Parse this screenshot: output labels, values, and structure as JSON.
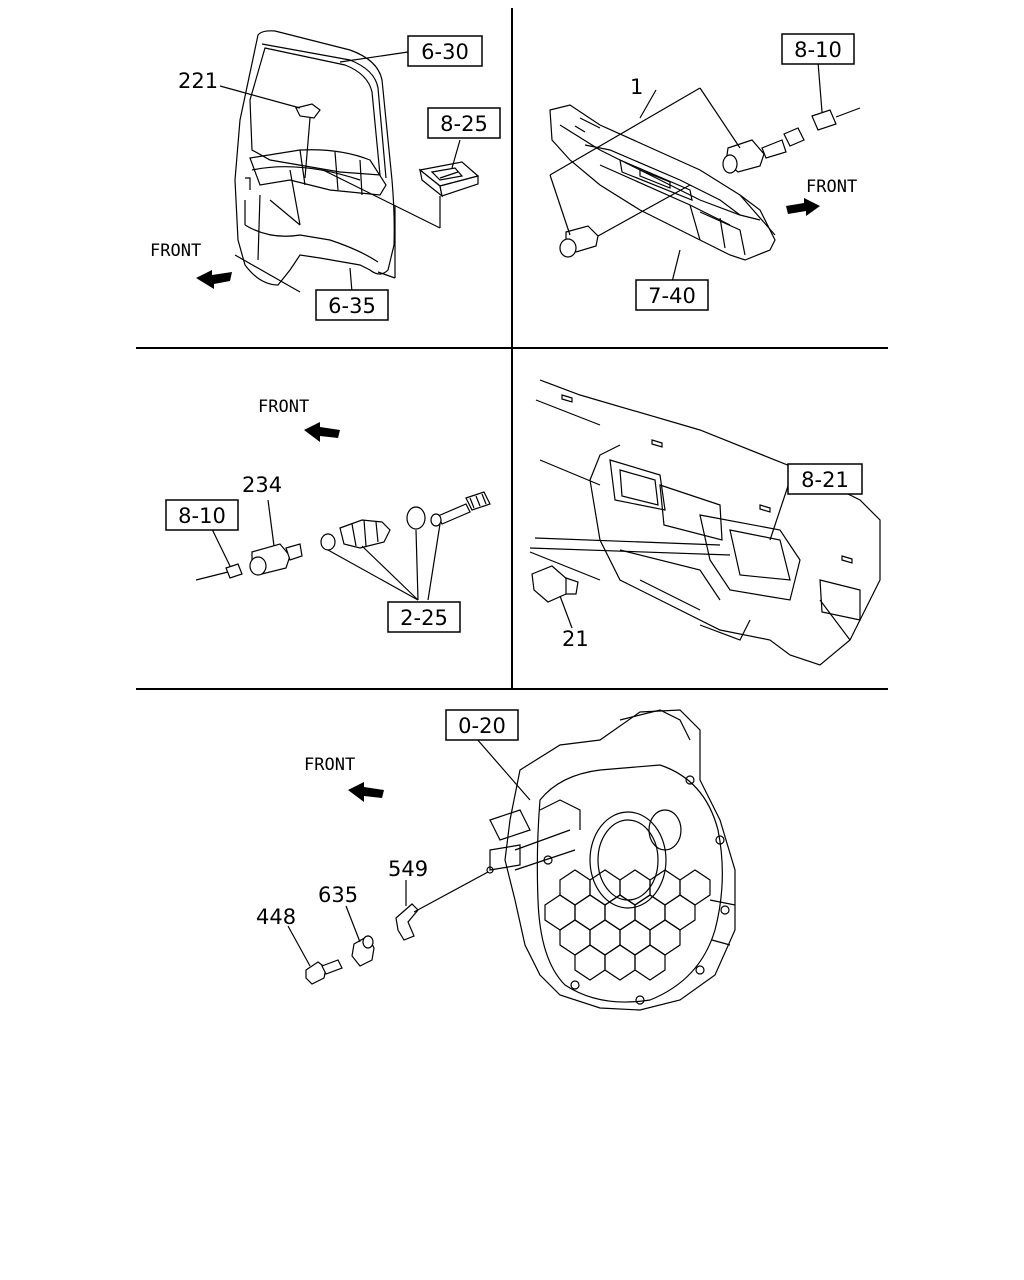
{
  "quadrants": {
    "top_left": {
      "refs": [
        "6-30",
        "8-25",
        "6-35"
      ],
      "part_numbers": [
        "221"
      ],
      "front_label": "FRONT"
    },
    "top_right": {
      "refs": [
        "8-10",
        "7-40"
      ],
      "part_numbers": [
        "1"
      ],
      "front_label": "FRONT"
    },
    "middle_left": {
      "refs": [
        "8-10",
        "2-25"
      ],
      "part_numbers": [
        "234"
      ],
      "front_label": "FRONT"
    },
    "middle_right": {
      "refs": [
        "8-21"
      ],
      "part_numbers": [
        "21"
      ]
    },
    "bottom": {
      "refs": [
        "0-20"
      ],
      "part_numbers": [
        "549",
        "635",
        "448"
      ],
      "front_label": "FRONT"
    }
  }
}
